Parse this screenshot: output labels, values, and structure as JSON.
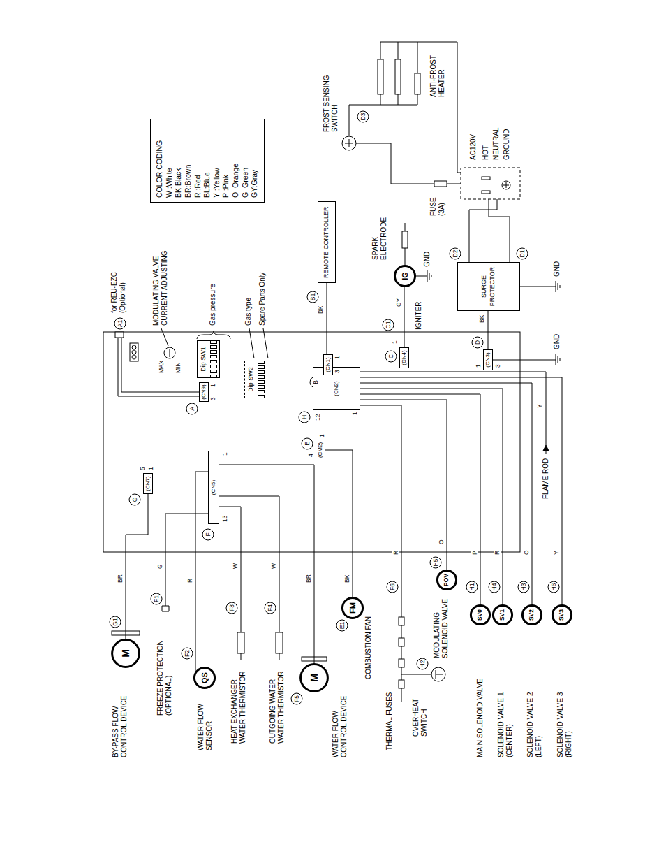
{
  "diagram": {
    "nodes": [
      {
        "text": [
          "COLOR CODING",
          "W :White",
          "BK:Black",
          "BR:Brown",
          "R :Red",
          "BL:Blue",
          "Y :Yellow",
          "P :Pink",
          "O :Orange",
          "G :Green",
          "GY:Gray"
        ]
      },
      {
        "text": [
          "REMOTE CONTROLLER"
        ]
      },
      {
        "text": [
          "SURGE PROTECTOR"
        ]
      },
      {
        "text": [
          "IG"
        ]
      },
      {
        "text": [
          "FM"
        ]
      },
      {
        "text": [
          "QS"
        ]
      },
      {
        "text": [
          "M"
        ]
      },
      {
        "text": [
          "M"
        ]
      },
      {
        "text": [
          "POV"
        ]
      },
      {
        "text": [
          "SV0"
        ]
      },
      {
        "text": [
          "SV1"
        ]
      },
      {
        "text": [
          "SV2"
        ]
      },
      {
        "text": [
          "SV3"
        ]
      },
      {
        "text": [
          "(CN9)"
        ]
      },
      {
        "text": [
          "(CN7)"
        ]
      },
      {
        "text": [
          "(CN5)"
        ]
      },
      {
        "text": [
          "(CM2)"
        ]
      },
      {
        "text": [
          "(CN2)"
        ]
      },
      {
        "text": [
          "(CN1)"
        ]
      },
      {
        "text": [
          "(CN4)"
        ]
      },
      {
        "text": [
          "(CN3)"
        ]
      },
      {
        "text": [
          "Dip SW1"
        ]
      },
      {
        "text": [
          "Dip SW2"
        ]
      }
    ],
    "edges": [
      {
        "from": 6,
        "to": 14,
        "arrow": "none"
      },
      {
        "from": 5,
        "to": 15,
        "arrow": "none"
      },
      {
        "from": 7,
        "to": 15,
        "arrow": "none"
      },
      {
        "from": 4,
        "to": 16,
        "arrow": "none"
      },
      {
        "from": 8,
        "to": 17,
        "arrow": "none"
      },
      {
        "from": 9,
        "to": 17,
        "arrow": "none"
      },
      {
        "from": 10,
        "to": 17,
        "arrow": "none"
      },
      {
        "from": 11,
        "to": 17,
        "arrow": "none"
      },
      {
        "from": 12,
        "to": 17,
        "arrow": "none"
      },
      {
        "from": 1,
        "to": 18,
        "arrow": "none"
      },
      {
        "from": 3,
        "to": 19,
        "arrow": "none"
      },
      {
        "from": 2,
        "to": 20,
        "arrow": "none"
      }
    ],
    "labels": [
      "BY-PASS FLOW CONTROL DEVICE",
      "FREEZE PROTECTION (OPTIONAL)",
      "WATER FLOW SENSOR",
      "HEAT EXCHANGER WATER THERMISTOR",
      "OUTGOING WATER WATER THERMISTOR",
      "WATER FLOW CONTROL DEVICE",
      "COMBUSTION FAN",
      "THERMAL FUSES",
      "OVERHEAT SWITCH",
      "MODULATING SOLENOID VALVE",
      "MAIN SOLENOID VALVE",
      "SOLENOID VALVE 1 (CENTER)",
      "SOLENOID VALVE 2 (LEFT)",
      "SOLENOID VALVE 3 (RIGHT)",
      "FLAME ROD",
      "for REU-EZC (Optional)",
      "MODULATING VALVE CURRENT ADJUSTING",
      "Gas pressure",
      "Gas type",
      "Spare Parts Only",
      "SPARK ELECTRODE",
      "IGNITER",
      "GND",
      "GND",
      "GND",
      "FUSE (3A)",
      "AC120V",
      "HOT",
      "NEUTRAL",
      "GROUND",
      "FROST SENSING SWITCH",
      "ANTI-FROST HEATER",
      "MAX",
      "MIN",
      "A",
      "A1",
      "B",
      "B1",
      "C",
      "C1",
      "D",
      "D1",
      "D2",
      "E",
      "E1",
      "F",
      "F1",
      "F2",
      "F3",
      "F4",
      "F5",
      "F6",
      "G",
      "G1",
      "H",
      "H1",
      "H2",
      "H3",
      "H4",
      "H5",
      "H6",
      "D3",
      "BR",
      "G",
      "R",
      "W",
      "W",
      "BR",
      "BK",
      "R",
      "O",
      "P",
      "R",
      "O",
      "Y",
      "Y",
      "BK",
      "GY",
      "BK",
      "3",
      "1",
      "5",
      "1",
      "13",
      "1",
      "4",
      "1",
      "12",
      "1",
      "3",
      "1",
      "1",
      "1",
      "3"
    ]
  }
}
